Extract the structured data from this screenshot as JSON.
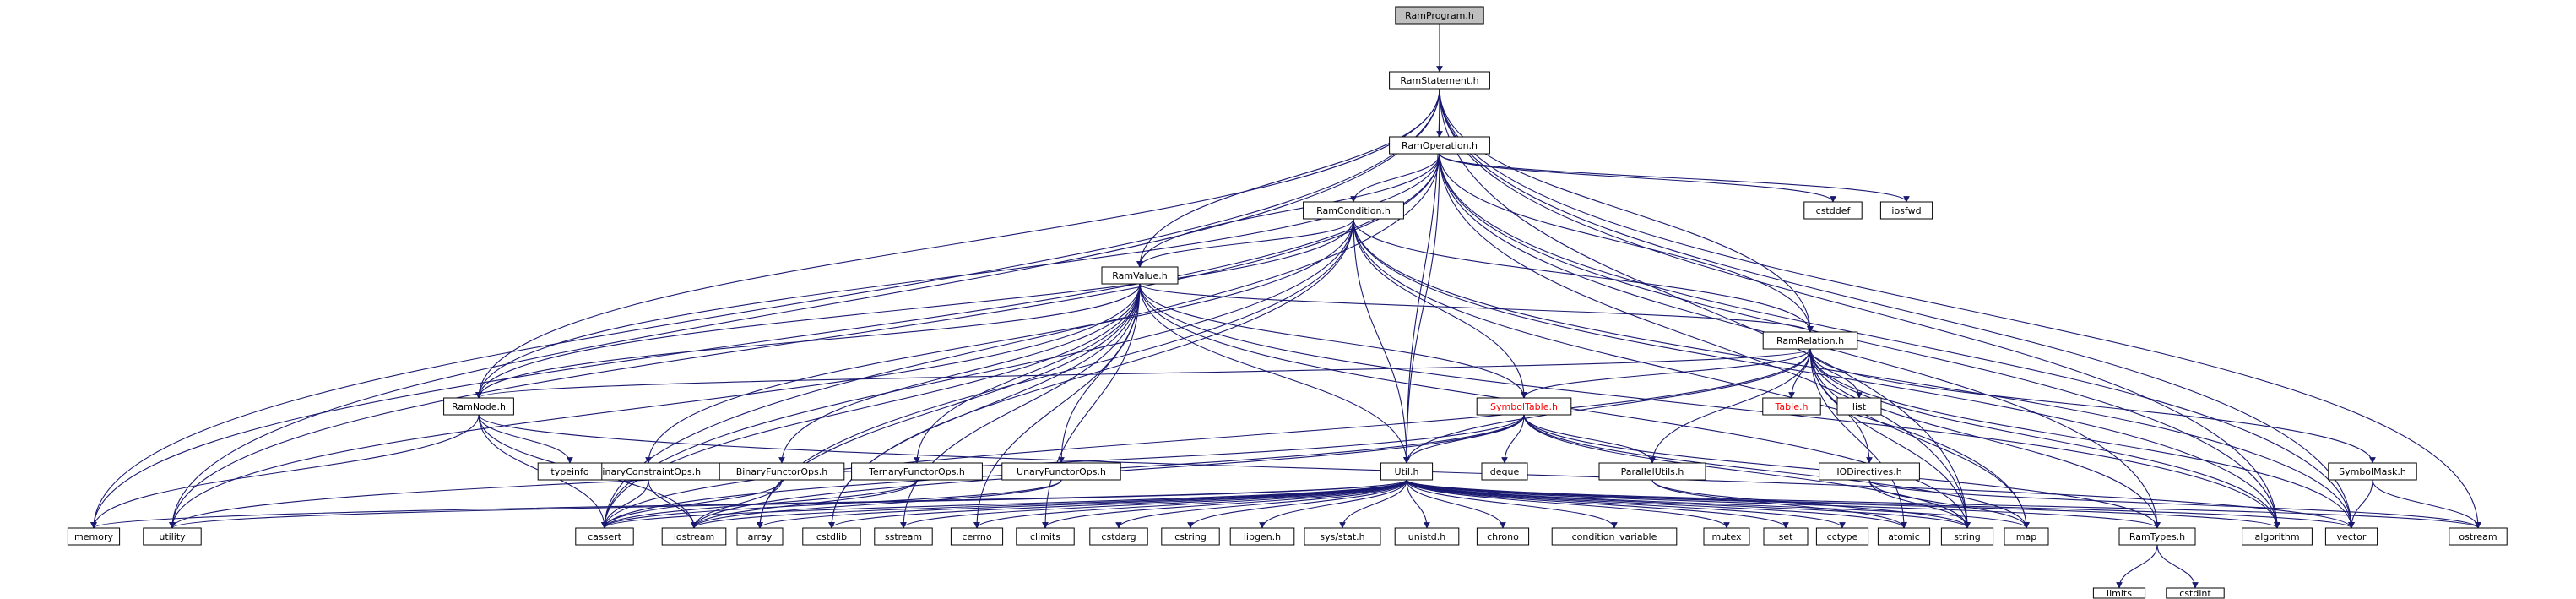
{
  "diagram": {
    "title": "RamProgram.h include dependency graph",
    "colors": {
      "edge": "#191970",
      "focus_fill": "#bfbfbf",
      "documented_fill": "#ffffff",
      "external_border": "#bfbfbf",
      "truncated_border": "#ff0000",
      "text": "#000000"
    },
    "nodes": [
      {
        "id": "RamProgram",
        "label": "RamProgram.h",
        "kind": "focus"
      },
      {
        "id": "RamStatement",
        "label": "RamStatement.h",
        "kind": "documented"
      },
      {
        "id": "RamOperation",
        "label": "RamOperation.h",
        "kind": "documented"
      },
      {
        "id": "RamCondition",
        "label": "RamCondition.h",
        "kind": "documented"
      },
      {
        "id": "RamValue",
        "label": "RamValue.h",
        "kind": "documented"
      },
      {
        "id": "RamRelation",
        "label": "RamRelation.h",
        "kind": "documented"
      },
      {
        "id": "RamNode",
        "label": "RamNode.h",
        "kind": "documented"
      },
      {
        "id": "SymbolTable",
        "label": "SymbolTable.h",
        "kind": "truncated"
      },
      {
        "id": "Table",
        "label": "Table.h",
        "kind": "truncated"
      },
      {
        "id": "list",
        "label": "list",
        "kind": "external"
      },
      {
        "id": "BinaryConstraintOps",
        "label": "BinaryConstraintOps.h",
        "kind": "documented"
      },
      {
        "id": "BinaryFunctorOps",
        "label": "BinaryFunctorOps.h",
        "kind": "documented"
      },
      {
        "id": "TernaryFunctorOps",
        "label": "TernaryFunctorOps.h",
        "kind": "documented"
      },
      {
        "id": "UnaryFunctorOps",
        "label": "UnaryFunctorOps.h",
        "kind": "documented"
      },
      {
        "id": "Util",
        "label": "Util.h",
        "kind": "documented"
      },
      {
        "id": "typeinfo",
        "label": "typeinfo",
        "kind": "external"
      },
      {
        "id": "deque",
        "label": "deque",
        "kind": "external"
      },
      {
        "id": "ParallelUtils",
        "label": "ParallelUtils.h",
        "kind": "documented"
      },
      {
        "id": "IODirectives",
        "label": "IODirectives.h",
        "kind": "documented"
      },
      {
        "id": "SymbolMask",
        "label": "SymbolMask.h",
        "kind": "documented"
      },
      {
        "id": "cstddef",
        "label": "cstddef",
        "kind": "external"
      },
      {
        "id": "iosfwd",
        "label": "iosfwd",
        "kind": "external"
      },
      {
        "id": "memory",
        "label": "memory",
        "kind": "external"
      },
      {
        "id": "utility",
        "label": "utility",
        "kind": "external"
      },
      {
        "id": "cassert",
        "label": "cassert",
        "kind": "external"
      },
      {
        "id": "iostream",
        "label": "iostream",
        "kind": "external"
      },
      {
        "id": "array",
        "label": "array",
        "kind": "external"
      },
      {
        "id": "cstdlib",
        "label": "cstdlib",
        "kind": "external"
      },
      {
        "id": "sstream",
        "label": "sstream",
        "kind": "external"
      },
      {
        "id": "cerrno",
        "label": "cerrno",
        "kind": "external"
      },
      {
        "id": "climits",
        "label": "climits",
        "kind": "external"
      },
      {
        "id": "cstdarg",
        "label": "cstdarg",
        "kind": "external"
      },
      {
        "id": "cstring",
        "label": "cstring",
        "kind": "external"
      },
      {
        "id": "libgen",
        "label": "libgen.h",
        "kind": "external"
      },
      {
        "id": "sysstat",
        "label": "sys/stat.h",
        "kind": "external"
      },
      {
        "id": "unistd",
        "label": "unistd.h",
        "kind": "external"
      },
      {
        "id": "chrono",
        "label": "chrono",
        "kind": "external"
      },
      {
        "id": "condition_variable",
        "label": "condition_variable",
        "kind": "external"
      },
      {
        "id": "mutex",
        "label": "mutex",
        "kind": "external"
      },
      {
        "id": "set",
        "label": "set",
        "kind": "external"
      },
      {
        "id": "cctype",
        "label": "cctype",
        "kind": "external"
      },
      {
        "id": "atomic",
        "label": "atomic",
        "kind": "external"
      },
      {
        "id": "string",
        "label": "string",
        "kind": "external"
      },
      {
        "id": "map",
        "label": "map",
        "kind": "external"
      },
      {
        "id": "RamTypes",
        "label": "RamTypes.h",
        "kind": "documented"
      },
      {
        "id": "algorithm",
        "label": "algorithm",
        "kind": "external"
      },
      {
        "id": "vector",
        "label": "vector",
        "kind": "external"
      },
      {
        "id": "ostream",
        "label": "ostream",
        "kind": "external"
      },
      {
        "id": "limits",
        "label": "limits",
        "kind": "external"
      },
      {
        "id": "cstdint",
        "label": "cstdint",
        "kind": "external"
      }
    ],
    "edges": [
      [
        "RamProgram",
        "RamStatement"
      ],
      [
        "RamStatement",
        "RamOperation"
      ],
      [
        "RamStatement",
        "RamValue"
      ],
      [
        "RamStatement",
        "RamRelation"
      ],
      [
        "RamStatement",
        "RamNode"
      ],
      [
        "RamStatement",
        "Util"
      ],
      [
        "RamStatement",
        "memory"
      ],
      [
        "RamStatement",
        "utility"
      ],
      [
        "RamStatement",
        "string"
      ],
      [
        "RamStatement",
        "vector"
      ],
      [
        "RamStatement",
        "ostream"
      ],
      [
        "RamStatement",
        "algorithm"
      ],
      [
        "RamOperation",
        "RamCondition"
      ],
      [
        "RamOperation",
        "RamValue"
      ],
      [
        "RamOperation",
        "RamRelation"
      ],
      [
        "RamOperation",
        "RamNode"
      ],
      [
        "RamOperation",
        "Util"
      ],
      [
        "RamOperation",
        "cstddef"
      ],
      [
        "RamOperation",
        "iosfwd"
      ],
      [
        "RamOperation",
        "memory"
      ],
      [
        "RamOperation",
        "utility"
      ],
      [
        "RamOperation",
        "cassert"
      ],
      [
        "RamOperation",
        "string"
      ],
      [
        "RamOperation",
        "vector"
      ],
      [
        "RamOperation",
        "RamTypes"
      ],
      [
        "RamOperation",
        "algorithm"
      ],
      [
        "RamCondition",
        "RamValue"
      ],
      [
        "RamCondition",
        "RamRelation"
      ],
      [
        "RamCondition",
        "RamNode"
      ],
      [
        "RamCondition",
        "SymbolTable"
      ],
      [
        "RamCondition",
        "BinaryConstraintOps"
      ],
      [
        "RamCondition",
        "Util"
      ],
      [
        "RamCondition",
        "cassert"
      ],
      [
        "RamCondition",
        "array"
      ],
      [
        "RamCondition",
        "cstdlib"
      ],
      [
        "RamCondition",
        "map"
      ],
      [
        "RamCondition",
        "algorithm"
      ],
      [
        "RamCondition",
        "vector"
      ],
      [
        "RamValue",
        "RamRelation"
      ],
      [
        "RamValue",
        "RamNode"
      ],
      [
        "RamValue",
        "SymbolTable"
      ],
      [
        "RamValue",
        "BinaryFunctorOps"
      ],
      [
        "RamValue",
        "TernaryFunctorOps"
      ],
      [
        "RamValue",
        "UnaryFunctorOps"
      ],
      [
        "RamValue",
        "Util"
      ],
      [
        "RamValue",
        "utility"
      ],
      [
        "RamValue",
        "cassert"
      ],
      [
        "RamValue",
        "array"
      ],
      [
        "RamValue",
        "cstdlib"
      ],
      [
        "RamValue",
        "sstream"
      ],
      [
        "RamValue",
        "cerrno"
      ],
      [
        "RamValue",
        "climits"
      ],
      [
        "RamValue",
        "string"
      ],
      [
        "RamValue",
        "algorithm"
      ],
      [
        "RamRelation",
        "RamNode"
      ],
      [
        "RamRelation",
        "SymbolTable"
      ],
      [
        "RamRelation",
        "Table"
      ],
      [
        "RamRelation",
        "list"
      ],
      [
        "RamRelation",
        "Util"
      ],
      [
        "RamRelation",
        "ParallelUtils"
      ],
      [
        "RamRelation",
        "IODirectives"
      ],
      [
        "RamRelation",
        "SymbolMask"
      ],
      [
        "RamRelation",
        "cassert"
      ],
      [
        "RamRelation",
        "string"
      ],
      [
        "RamRelation",
        "map"
      ],
      [
        "RamRelation",
        "RamTypes"
      ],
      [
        "RamRelation",
        "algorithm"
      ],
      [
        "RamRelation",
        "vector"
      ],
      [
        "RamRelation",
        "atomic"
      ],
      [
        "RamNode",
        "typeinfo"
      ],
      [
        "RamNode",
        "memory"
      ],
      [
        "RamNode",
        "cassert"
      ],
      [
        "RamNode",
        "iostream"
      ],
      [
        "RamNode",
        "vector"
      ],
      [
        "SymbolTable",
        "Util"
      ],
      [
        "SymbolTable",
        "ParallelUtils"
      ],
      [
        "SymbolTable",
        "deque"
      ],
      [
        "SymbolTable",
        "utility"
      ],
      [
        "SymbolTable",
        "cassert"
      ],
      [
        "SymbolTable",
        "iostream"
      ],
      [
        "SymbolTable",
        "string"
      ],
      [
        "SymbolTable",
        "map"
      ],
      [
        "SymbolTable",
        "RamTypes"
      ],
      [
        "BinaryConstraintOps",
        "cassert"
      ],
      [
        "BinaryConstraintOps",
        "iostream"
      ],
      [
        "BinaryFunctorOps",
        "cassert"
      ],
      [
        "BinaryFunctorOps",
        "iostream"
      ],
      [
        "TernaryFunctorOps",
        "cassert"
      ],
      [
        "TernaryFunctorOps",
        "iostream"
      ],
      [
        "UnaryFunctorOps",
        "cassert"
      ],
      [
        "UnaryFunctorOps",
        "iostream"
      ],
      [
        "Util",
        "memory"
      ],
      [
        "Util",
        "utility"
      ],
      [
        "Util",
        "cassert"
      ],
      [
        "Util",
        "iostream"
      ],
      [
        "Util",
        "array"
      ],
      [
        "Util",
        "cstdlib"
      ],
      [
        "Util",
        "sstream"
      ],
      [
        "Util",
        "cerrno"
      ],
      [
        "Util",
        "climits"
      ],
      [
        "Util",
        "cstdarg"
      ],
      [
        "Util",
        "cstring"
      ],
      [
        "Util",
        "libgen"
      ],
      [
        "Util",
        "sysstat"
      ],
      [
        "Util",
        "unistd"
      ],
      [
        "Util",
        "chrono"
      ],
      [
        "Util",
        "condition_variable"
      ],
      [
        "Util",
        "mutex"
      ],
      [
        "Util",
        "set"
      ],
      [
        "Util",
        "cctype"
      ],
      [
        "Util",
        "atomic"
      ],
      [
        "Util",
        "string"
      ],
      [
        "Util",
        "map"
      ],
      [
        "Util",
        "RamTypes"
      ],
      [
        "Util",
        "algorithm"
      ],
      [
        "Util",
        "vector"
      ],
      [
        "Util",
        "ostream"
      ],
      [
        "ParallelUtils",
        "atomic"
      ],
      [
        "ParallelUtils",
        "string"
      ],
      [
        "IODirectives",
        "string"
      ],
      [
        "IODirectives",
        "map"
      ],
      [
        "IODirectives",
        "ostream"
      ],
      [
        "SymbolMask",
        "vector"
      ],
      [
        "SymbolMask",
        "ostream"
      ],
      [
        "RamTypes",
        "limits"
      ],
      [
        "RamTypes",
        "cstdint"
      ]
    ]
  }
}
